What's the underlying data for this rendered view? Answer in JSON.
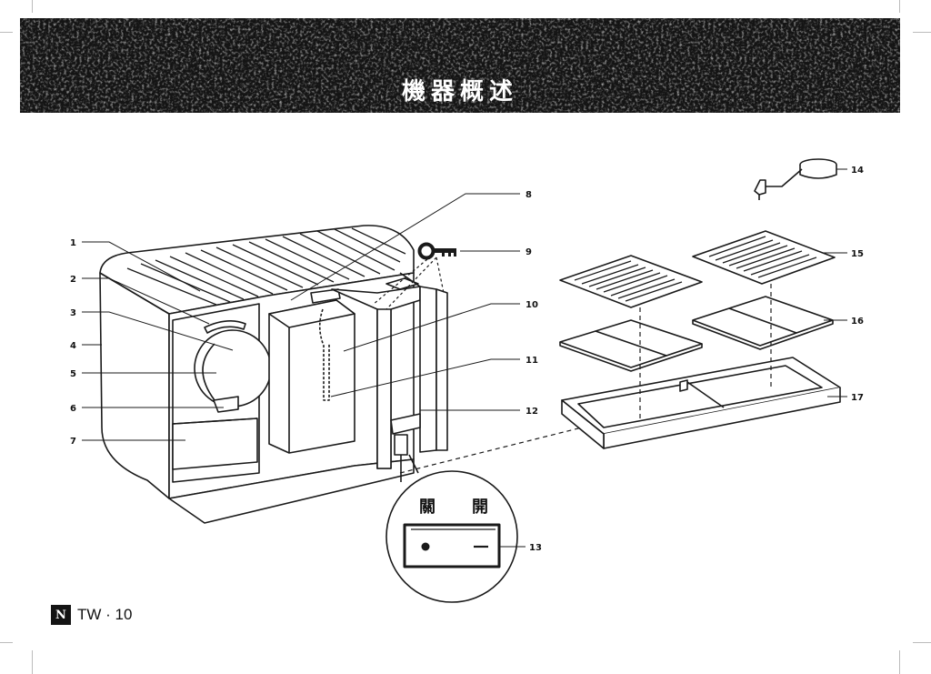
{
  "title": "機器概述",
  "footer": {
    "logo": "N",
    "page_label": "TW · 10"
  },
  "switch": {
    "left_label": "關",
    "right_label": "開"
  },
  "callouts": [
    {
      "num": "1"
    },
    {
      "num": "2"
    },
    {
      "num": "3"
    },
    {
      "num": "4"
    },
    {
      "num": "5"
    },
    {
      "num": "6"
    },
    {
      "num": "7"
    },
    {
      "num": "8"
    },
    {
      "num": "9"
    },
    {
      "num": "10"
    },
    {
      "num": "11"
    },
    {
      "num": "12"
    },
    {
      "num": "13"
    },
    {
      "num": "14"
    },
    {
      "num": "15"
    },
    {
      "num": "16"
    },
    {
      "num": "17"
    }
  ],
  "icons": [
    "key-icon",
    "milk-frother-icon",
    "power-switch-icon",
    "nespresso-logo-icon"
  ],
  "colors": {
    "banner": "#161616",
    "line": "#1a1a1a"
  }
}
